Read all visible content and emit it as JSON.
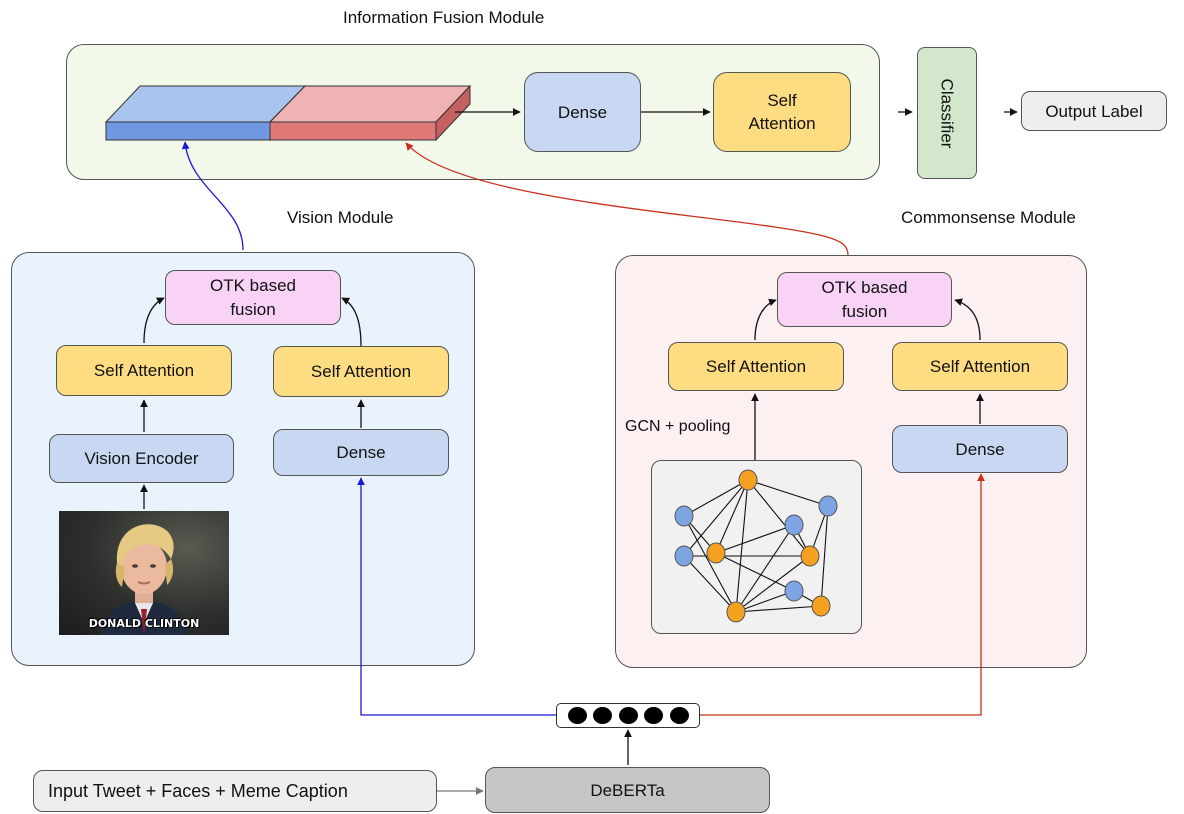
{
  "fusion": {
    "title": "Information Fusion Module",
    "dense": "Dense",
    "self_attention_line1": "Self",
    "self_attention_line2": "Attention",
    "classifier": "Classifier",
    "output": "Output Label"
  },
  "vision": {
    "title": "Vision Module",
    "otk_line1": "OTK based",
    "otk_line2": "fusion",
    "self_attention_left": "Self Attention",
    "self_attention_right": "Self Attention",
    "encoder": "Vision Encoder",
    "dense": "Dense",
    "meme_caption": "DONALD CLINTON"
  },
  "commonsense": {
    "title": "Commonsense Module",
    "otk_line1": "OTK based",
    "otk_line2": "fusion",
    "self_attention_left": "Self Attention",
    "self_attention_right": "Self Attention",
    "gcn": "GCN + pooling",
    "dense": "Dense"
  },
  "bottom": {
    "input": "Input  Tweet + Faces + Meme Caption",
    "deberta": "DeBERTa"
  },
  "colors": {
    "blue_node": "#c8d8f3",
    "yellow_node": "#fddc82",
    "pink_node": "#f8d3f6",
    "fusion_panel": "#f2f8ea",
    "vision_panel": "#eaf3fd",
    "commonsense_panel": "#fdf0f0",
    "blue_arrow": "#1a1ad6",
    "red_arrow": "#c8301e",
    "graph_orange": "#f5a021",
    "graph_blue": "#7fa4e4"
  }
}
